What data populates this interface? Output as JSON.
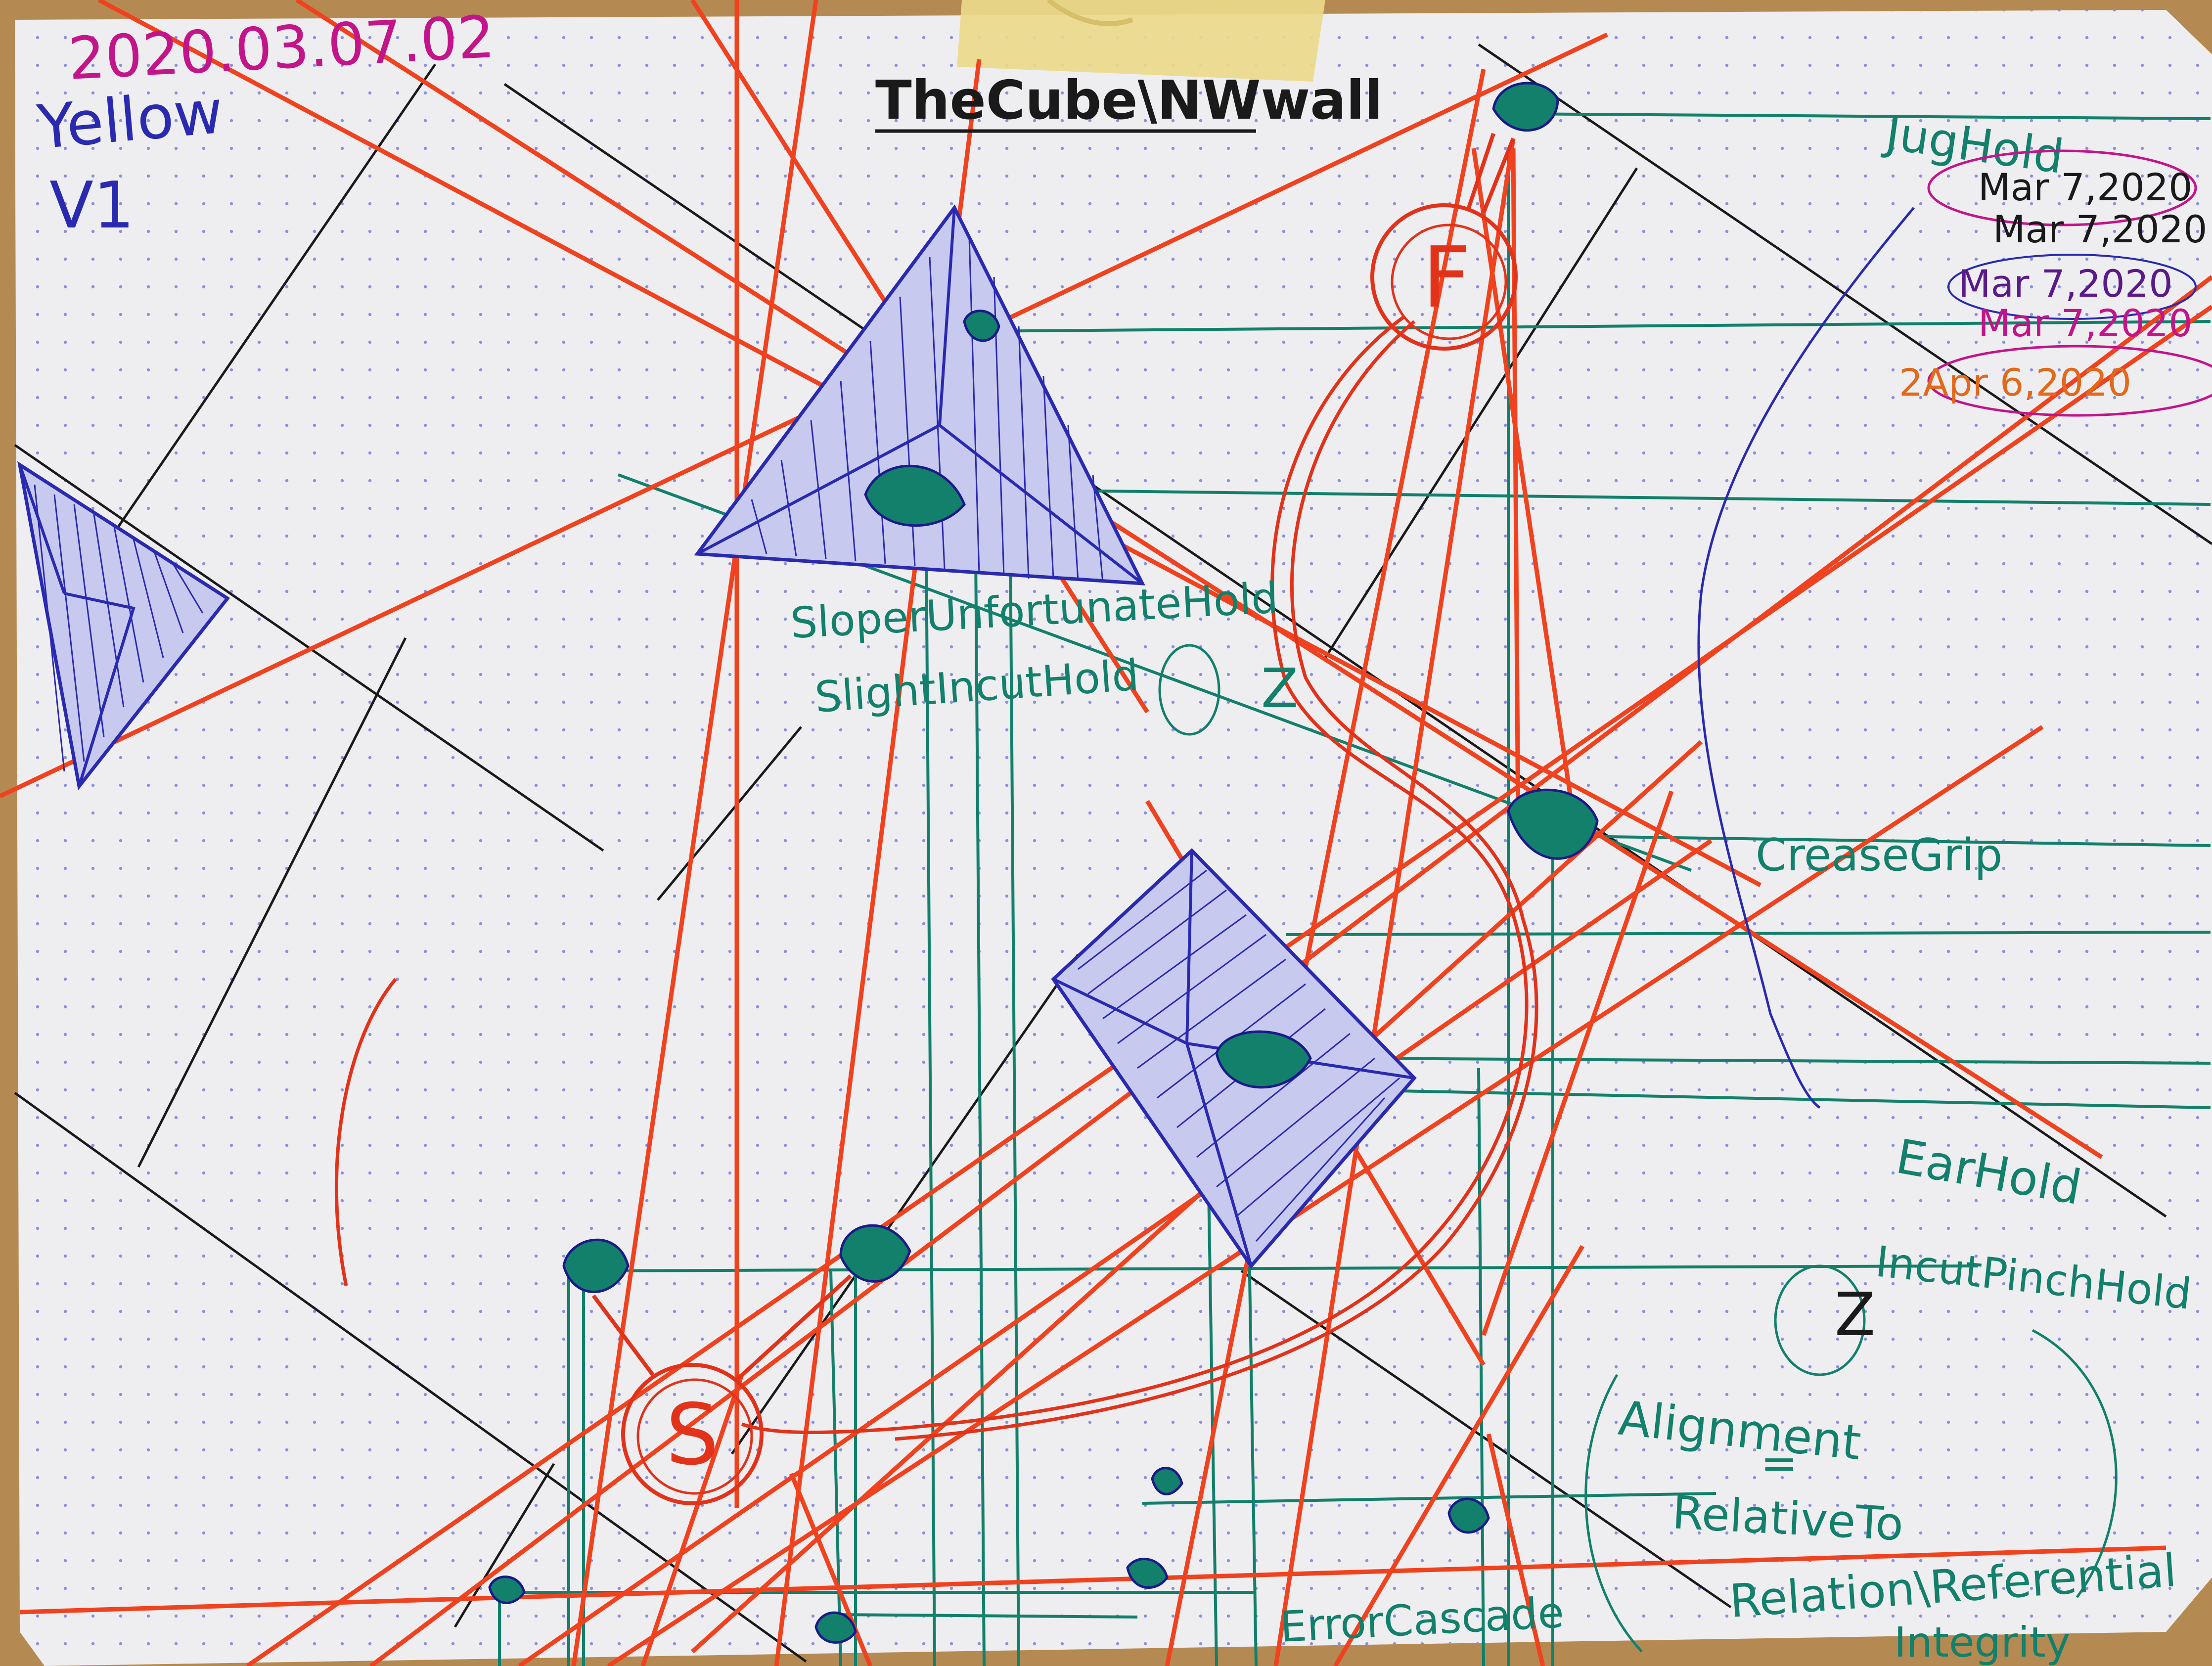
{
  "title": "TheCube\\NWwall",
  "date_stamp": "2020.03.07.02",
  "grade": {
    "color": "Yellow",
    "level": "V1"
  },
  "date_log": [
    "Mar 7,2020",
    "Mar 7,2020",
    "Mar 7,2020",
    "Mar 7,2020",
    "2Apr 6,2020"
  ],
  "holds": {
    "top_hold": "JugHold",
    "sloper": "SloperUnfortunateHold",
    "slight_incut": "SlightIncutHold",
    "crease": "CreaseGrip",
    "ear": "EarHold",
    "incut_pinch": "IncutPinchHold",
    "z_mark": "Z",
    "z_mark_2": "Z"
  },
  "markers": {
    "start": "S",
    "finish": "F"
  },
  "notes": {
    "alignment": [
      "Alignment",
      "=",
      "RelativeTo",
      "Relation\\Referential",
      "Integrity"
    ],
    "error": "ErrorCascade"
  },
  "colors": {
    "paper": "#efeff2",
    "wood": "#b58a52",
    "red": "#f0421e",
    "green": "#12806a",
    "blue": "#2a2ab0",
    "black": "#1a1a1a",
    "magenta": "#c4148a",
    "tape": "#ecd98a"
  }
}
